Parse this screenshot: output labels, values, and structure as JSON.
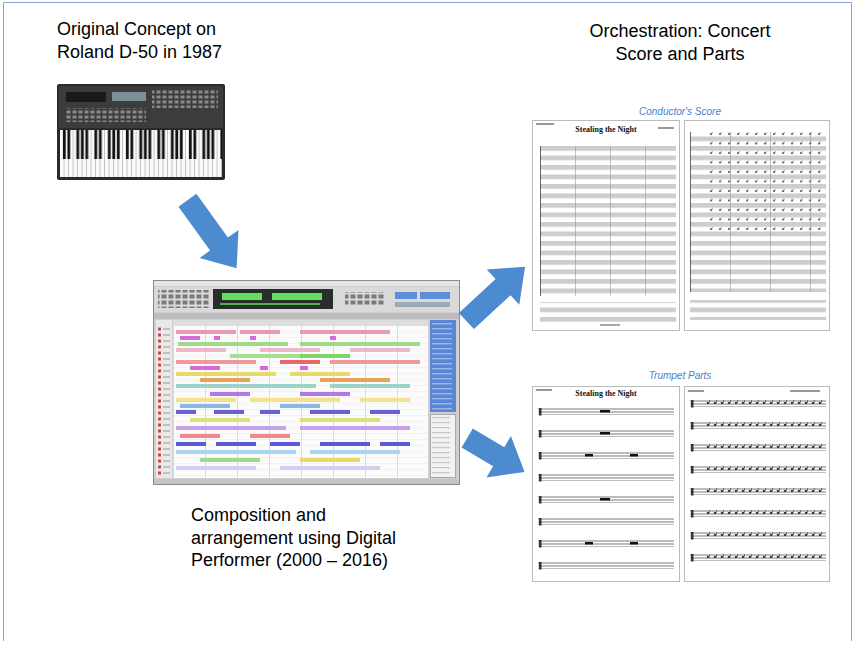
{
  "diagram": {
    "nodes": [
      {
        "text": [
          "Original Concept on Roland D-50 in 1987"
        ]
      },
      {
        "text": [
          "Composition and arrangement using Digital Performer (2000 – 2016)"
        ]
      },
      {
        "text": [
          "Orchestration: Concert Score and Parts",
          "Conductor's Score",
          "Stealing the Night"
        ]
      },
      {
        "text": [
          "Trumpet Parts",
          "Stealing the Night"
        ]
      }
    ],
    "edges": [
      {
        "from": 0,
        "to": 1,
        "arrow": "to"
      },
      {
        "from": 1,
        "to": 2,
        "arrow": "to"
      },
      {
        "from": 1,
        "to": 3,
        "arrow": "to"
      }
    ]
  }
}
